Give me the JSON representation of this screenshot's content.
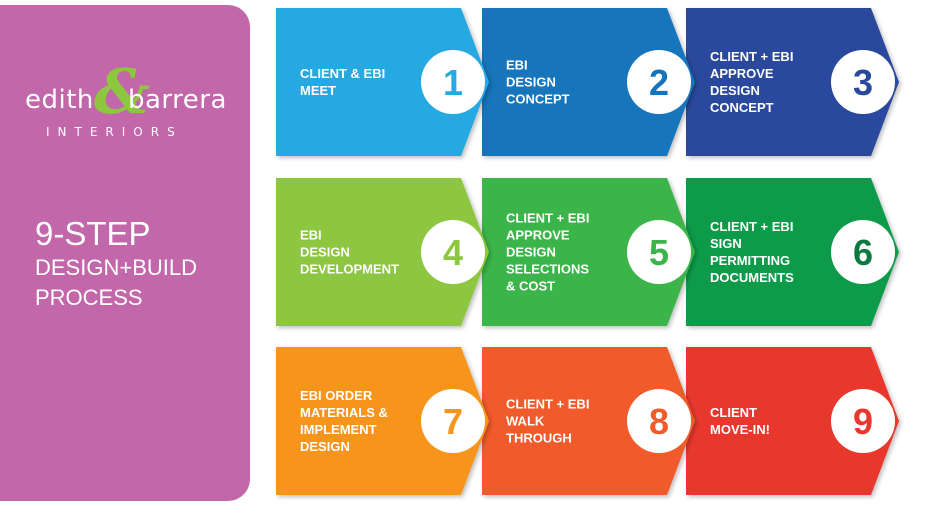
{
  "brand": {
    "word_left": "edith",
    "ampersand": "&",
    "word_right": "barrera",
    "subtitle": "INTERIORS"
  },
  "process_title": {
    "line1": "9-STEP",
    "line2": "DESIGN+BUILD",
    "line3": "PROCESS"
  },
  "rows": [
    {
      "color": "#27a9e1",
      "number_color": "#27a9e1",
      "steps": [
        {
          "number": "1",
          "label": "CLIENT & EBI\nMEET",
          "color": "#27a9e1",
          "number_color": "#27a9e1"
        },
        {
          "number": "2",
          "label": "EBI\nDESIGN\nCONCEPT",
          "color": "#1374bb",
          "number_color": "#1374bb"
        },
        {
          "number": "3",
          "label": "CLIENT + EBI\nAPPROVE\nDESIGN\nCONCEPT",
          "color": "#29499c",
          "number_color": "#29499c"
        }
      ]
    },
    {
      "steps": [
        {
          "number": "4",
          "label": "EBI\nDESIGN\nDEVELOPMENT",
          "color": "#8dc63f",
          "number_color": "#8dc63f"
        },
        {
          "number": "5",
          "label": "CLIENT + EBI\nAPPROVE\nDESIGN\nSELECTIONS\n& COST",
          "color": "#3bb54a",
          "number_color": "#3bb54a"
        },
        {
          "number": "6",
          "label": "CLIENT + EBI\nSIGN\nPERMITTING\nDOCUMENTS",
          "color": "#0e9b48",
          "number_color": "#0c7a3e"
        }
      ]
    },
    {
      "steps": [
        {
          "number": "7",
          "label": "EBI ORDER\nMATERIALS &\nIMPLEMENT\nDESIGN",
          "color": "#f7941d",
          "number_color": "#f7941d"
        },
        {
          "number": "8",
          "label": "CLIENT + EBI\nWALK\nTHROUGH",
          "color": "#f15a29",
          "number_color": "#f15a29"
        },
        {
          "number": "9",
          "label": "CLIENT\nMOVE-IN!",
          "color": "#e8372d",
          "number_color": "#e8372d"
        }
      ]
    }
  ]
}
